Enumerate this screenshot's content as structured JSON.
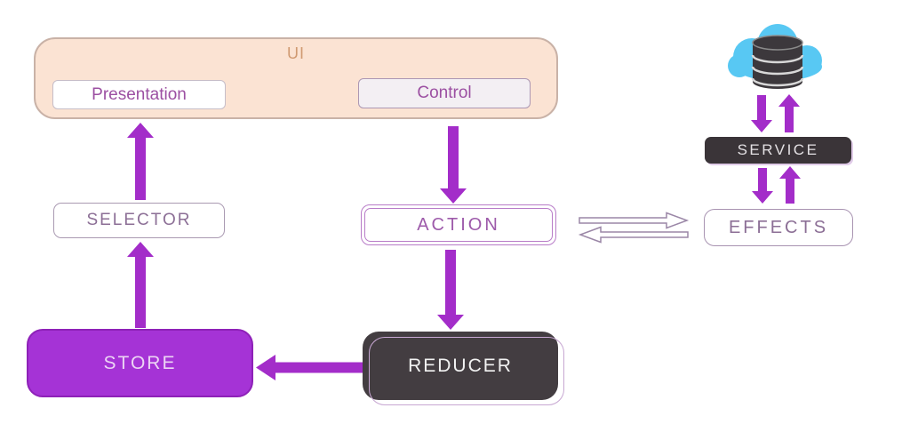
{
  "diagram": {
    "ui_group": {
      "label": "UI"
    },
    "nodes": {
      "presentation": {
        "label": "Presentation"
      },
      "control": {
        "label": "Control"
      },
      "selector": {
        "label": "SELECTOR"
      },
      "action": {
        "label": "ACTION"
      },
      "store": {
        "label": "STORE"
      },
      "reducer": {
        "label": "REDUCER"
      },
      "service": {
        "label": "SERVICE"
      },
      "effects": {
        "label": "EFFECTS"
      },
      "backend": {
        "icon": "cloud-database-icon"
      }
    },
    "edges": [
      {
        "from": "selector",
        "to": "presentation",
        "direction": "up"
      },
      {
        "from": "store",
        "to": "selector",
        "direction": "up"
      },
      {
        "from": "control",
        "to": "action",
        "direction": "down"
      },
      {
        "from": "action",
        "to": "reducer",
        "direction": "down"
      },
      {
        "from": "reducer",
        "to": "store",
        "direction": "left"
      },
      {
        "from": "action",
        "to": "effects",
        "direction": "right"
      },
      {
        "from": "effects",
        "to": "action",
        "direction": "left"
      },
      {
        "from": "cloud-database",
        "to": "service",
        "direction": "down"
      },
      {
        "from": "service",
        "to": "cloud-database",
        "direction": "up"
      },
      {
        "from": "service",
        "to": "effects",
        "direction": "down"
      },
      {
        "from": "effects",
        "to": "service",
        "direction": "up"
      }
    ],
    "colors": {
      "arrow_purple": "#a32dc9",
      "store_fill": "#a533d6",
      "dark_fill": "#3e383c",
      "ui_fill": "#fbe3d3",
      "ui_label_text": "#d09a72",
      "node_text_purple": "#9c50a2",
      "node_text_muted": "#8c6f96",
      "cloud_blue": "#58c8f3",
      "database_dark": "#3c383c"
    }
  }
}
